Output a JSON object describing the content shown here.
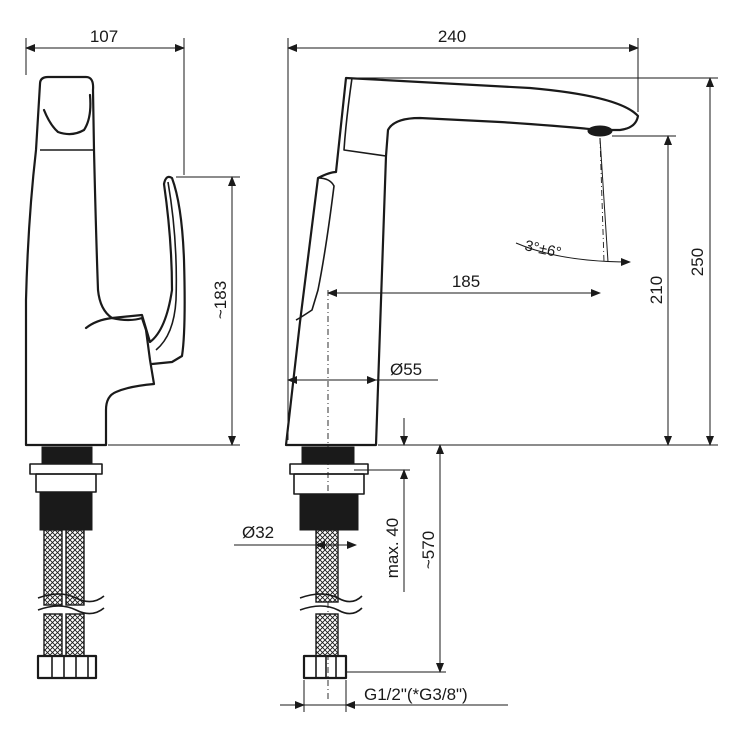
{
  "dimensions": {
    "front_width": "107",
    "front_lever_height": "~183",
    "side_length": "240",
    "reach": "185",
    "spout_height": "210",
    "total_height": "250",
    "body_diameter": "Ø55",
    "shank_diameter": "Ø32",
    "max_thickness": "max. 40",
    "hose_length": "~570",
    "angle": "3°±6°",
    "thread": "G1/2\"(*G3/8\")"
  }
}
